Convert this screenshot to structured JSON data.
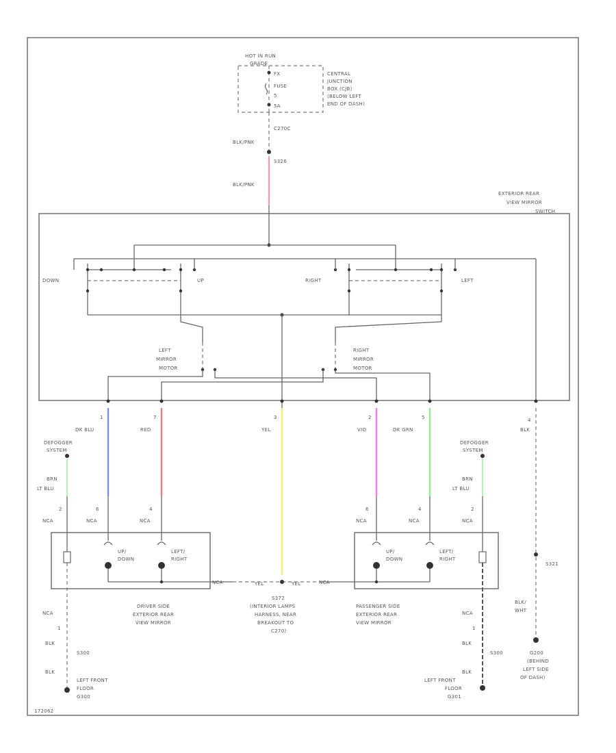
{
  "labels": {
    "hot_in_run": "HOT IN RUN",
    "hot_in_run2": "GRADE",
    "fuse_a": "FX",
    "fuse_b": "FUSE",
    "fuse_c": "5",
    "fuse_d": "5A",
    "cjb_1": "CENTRAL",
    "cjb_2": "JUNCTION",
    "cjb_3": "BOX (CJB)",
    "cjb_4": "(BELOW LEFT",
    "cjb_5": "END OF DASH)",
    "conn_top": "C270C",
    "wire_top_a": "BLK/PNK",
    "splice_top": "S326",
    "wire_top_b": "BLK/PNK",
    "switch_1": "EXTERIOR REAR",
    "switch_2": "VIEW MIRROR",
    "switch_3": "SWITCH",
    "down": "DOWN",
    "up": "UP",
    "right": "RIGHT",
    "left": "LEFT",
    "lmm_1": "LEFT",
    "lmm_2": "MIRROR",
    "lmm_3": "MOTOR",
    "rmm_1": "RIGHT",
    "rmm_2": "MIRROR",
    "rmm_3": "MOTOR",
    "pin_1": "1",
    "wire_dkblu": "DK BLU",
    "pin_7": "7",
    "wire_red": "RED",
    "pin_3": "3",
    "wire_yel": "YEL",
    "pin_2": "2",
    "wire_vio": "VIO",
    "pin_5": "5",
    "wire_dkgrn": "DK GRN",
    "pin_4": "4",
    "wire_blk": "BLK",
    "defog_l1": "DEFOGGER",
    "defog_l2": "SYSTEM",
    "defog_r1": "DEFOGGER",
    "defog_r2": "SYSTEM",
    "brn_l1": "BRN",
    "brn_l2": "LT BLU",
    "brn_r1": "BRN",
    "brn_r2": "LT BLU",
    "l_pin2": "2",
    "l_pin6": "6",
    "l_pin4": "4",
    "l_nca1": "NCA",
    "l_nca2": "NCA",
    "l_nca3": "NCA",
    "r_pin6": "6",
    "r_pin4": "4",
    "r_pin2": "2",
    "r_nca1": "NCA",
    "r_nca2": "NCA",
    "r_nca3": "NCA",
    "updown_l1": "UP/",
    "updown_l2": "DOWN",
    "leftright_l1": "LEFT/",
    "leftright_l2": "RIGHT",
    "updown_r1": "UP/",
    "updown_r2": "DOWN",
    "leftright_r1": "LEFT/",
    "leftright_r2": "RIGHT",
    "yel_l": "YEL",
    "yel_r": "YEL",
    "nca_l_mid": "NCA",
    "nca_r_mid": "NCA",
    "dsm_1": "DRIVER SIDE",
    "dsm_2": "EXTERIOR REAR",
    "dsm_3": "VIEW MIRROR",
    "psm_1": "PASSENGER SIDE",
    "psm_2": "EXTERIOR REAR",
    "psm_3": "VIEW MIRROR",
    "s372_1": "S372",
    "s372_2": "(INTERIOR LAMPS",
    "s372_3": "HARNESS, NEAR",
    "s372_4": "BREAKOUT TO",
    "s372_5": "C270)",
    "s321": "S321",
    "bot_blk_1": "BLK/",
    "bot_blk_2": "WHT",
    "g200_1": "G200",
    "g200_2": "(BEHIND",
    "g200_3": "LEFT SIDE",
    "g200_4": "OF DASH)",
    "lb_nca": "NCA",
    "lb_pin1": "1",
    "lb_blk1": "BLK",
    "lb_s300": "S300",
    "lb_blk2": "BLK",
    "lb_g1": "LEFT FRONT",
    "lb_g2": "FLOOR",
    "lb_g3": "G300",
    "rb_nca": "NCA",
    "rb_pin1": "1",
    "rb_blk1": "BLK",
    "rb_s300": "S300",
    "rb_blk2": "BLK",
    "rb_g1": "LEFT FRONT",
    "rb_g2": "FLOOR",
    "rb_g3": "G301",
    "fig_id": "172062"
  },
  "wire_colors": {
    "dk_blu": "#7a8ff0",
    "red": "#f07a7a",
    "yel": "#f2f07a",
    "vio": "#f07af0",
    "dk_grn": "#8ef08e",
    "pnk": "#f09ab0",
    "lt_blu": "#9ad6f0",
    "grn_lt": "#b6f0c2"
  }
}
